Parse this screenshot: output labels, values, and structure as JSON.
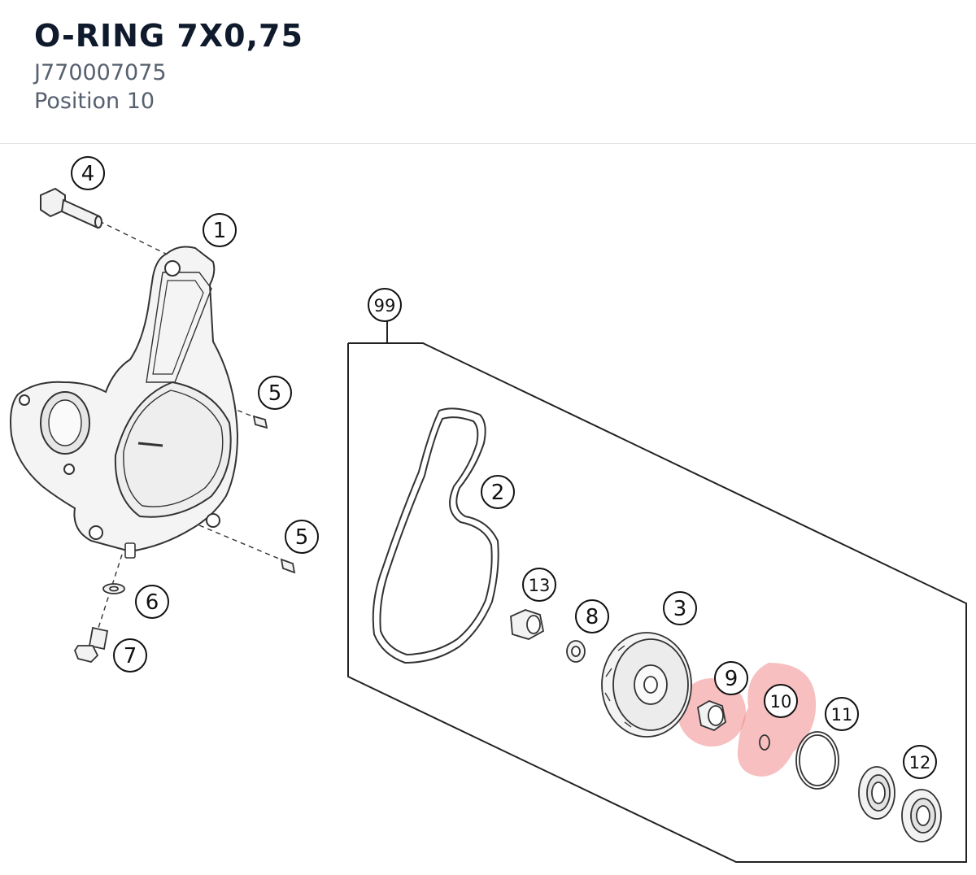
{
  "part": {
    "title": "O-RING 7X0,75",
    "number": "J770007075",
    "position": "Position 10"
  },
  "diagram": {
    "callouts": [
      "4",
      "1",
      "5",
      "5",
      "6",
      "7",
      "99",
      "2",
      "13",
      "8",
      "3",
      "9",
      "10",
      "11",
      "12"
    ],
    "highlighted": [
      "9",
      "10"
    ],
    "highlight_color": "#f08080"
  }
}
